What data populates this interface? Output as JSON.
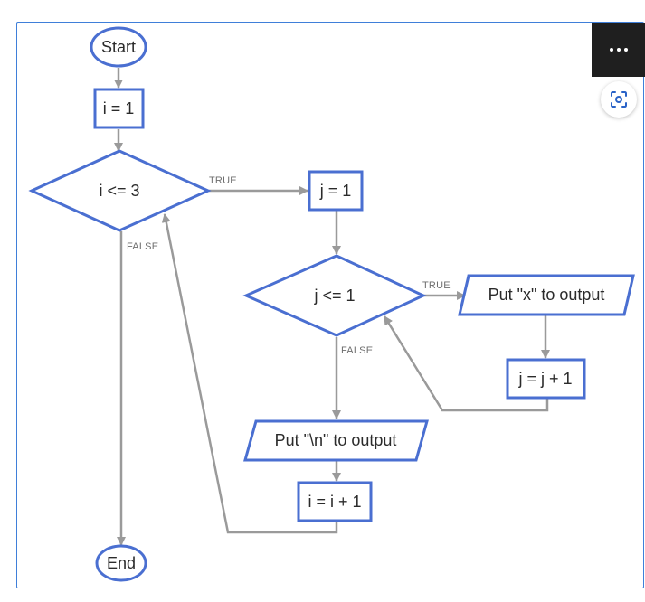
{
  "diagram": {
    "nodes": {
      "start": "Start",
      "init_i": "i = 1",
      "cond_i": "i <= 3",
      "init_j": "j = 1",
      "cond_j": "j <= 1",
      "put_x": "Put \"x\" to output",
      "inc_j": "j = j + 1",
      "put_newline": "Put \"\\n\" to output",
      "inc_i": "i = i + 1",
      "end": "End"
    },
    "edge_labels": {
      "cond_i_true": "TRUE",
      "cond_i_false": "FALSE",
      "cond_j_true": "TRUE",
      "cond_j_false": "FALSE"
    }
  },
  "colors": {
    "node_border": "#4a6fd1",
    "edge": "#9a9a9a",
    "frame": "#3f7fd9",
    "overlay_button": "#1f1f1f"
  },
  "overlay": {
    "more_icon": "more-horizontal-icon",
    "lens_icon": "visual-search-icon"
  }
}
